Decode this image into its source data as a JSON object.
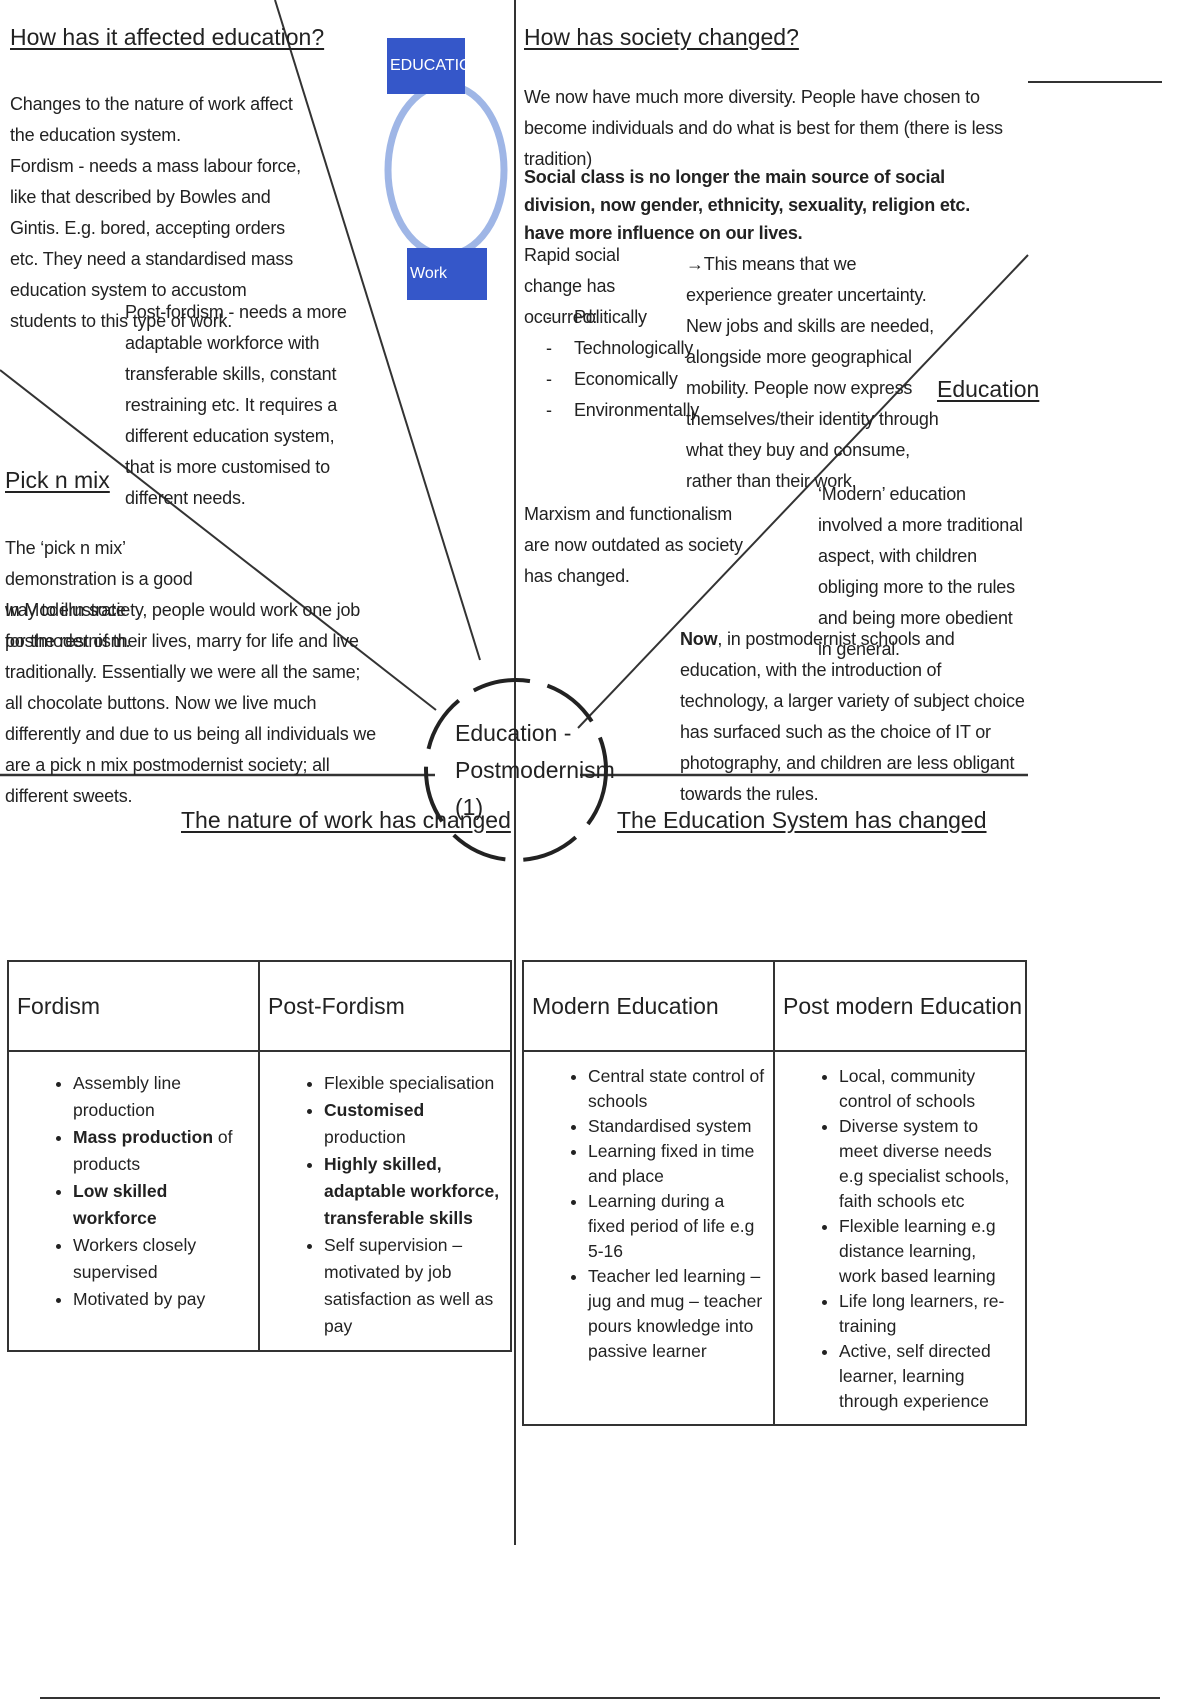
{
  "center": {
    "line1": "Education -",
    "line2": "Postmodernism",
    "line3": "(1)"
  },
  "cycle": {
    "top_label": "EDUCATION",
    "bottom_label": "Work"
  },
  "affected_education": {
    "heading": "How has it affected education?",
    "p1": "Changes to the nature of work affect the education system.",
    "p2": "Fordism - needs a mass labour force, like that described by Bowles and Gintis. E.g. bored, accepting orders etc. They need a standardised mass education system to accustom students to this type of work.",
    "p3": "Post-fordism - needs a more adaptable workforce with transferable skills, constant restraining etc. It requires a different education system, that is more customised to different needs."
  },
  "society_changed": {
    "heading": "How has society changed?",
    "p1": "We now have much more diversity. People have chosen to become individuals and do what is best for them (there is less tradition)",
    "p2": "Social class is no longer the main source of social division, now gender, ethnicity, sexuality, religion etc. have more influence on our lives.",
    "rapid_intro": "Rapid social change has occurred:",
    "rapid_items": [
      "Politically",
      "Technologically",
      "Economically",
      "Environmentally"
    ],
    "means": "→This means that we experience greater uncertainty. New jobs and skills are needed, alongside more geographical mobility. People now express themselves/their identity through what they buy and consume, rather than their work.",
    "outdated": "Marxism and functionalism are now outdated as society has changed."
  },
  "pick_n_mix": {
    "heading": "Pick n mix",
    "p1": "The ‘pick n mix’ demonstration is a good way to illustrate postmodernism.",
    "p2": "In Modern society, people would work one job for the rest of their lives, marry for life and live traditionally. Essentially we were all the same; all chocolate buttons. Now we live much differently and due to us being all individuals we are a pick n mix postmodernist society; all different sweets."
  },
  "education_section": {
    "heading": "Education",
    "modern": "‘Modern’ education involved a more traditional aspect, with children obliging more to the rules and being more obedient in general.",
    "now_bold": "Now",
    "now_rest": ", in postmodernist schools and education, with the introduction of technology, a larger variety of subject choice has surfaced such as the choice of IT or photography, and children are less obligant towards the rules."
  },
  "work_changed": {
    "heading": "The nature of work has changed"
  },
  "education_changed": {
    "heading": "The Education System has changed"
  },
  "work_table": {
    "fordism_header": "Fordism",
    "postfordism_header": "Post-Fordism",
    "fordism": [
      {
        "bold": "",
        "text": "Assembly line production"
      },
      {
        "bold": "Mass production",
        "text": " of products"
      },
      {
        "bold": "Low skilled workforce",
        "text": ""
      },
      {
        "bold": "",
        "text": "Workers closely supervised"
      },
      {
        "bold": "",
        "text": "Motivated by pay"
      }
    ],
    "postfordism": [
      {
        "bold": "",
        "text": "Flexible specialisation"
      },
      {
        "bold": "Customised",
        "text": " production"
      },
      {
        "bold": "Highly skilled, adaptable workforce, transferable skills",
        "text": ""
      },
      {
        "bold": "",
        "text": "Self supervision – motivated by job satisfaction as well as pay"
      }
    ]
  },
  "edu_table": {
    "modern_header": "Modern Education",
    "postmodern_header": "Post modern Education",
    "modern": [
      "Central state control of schools",
      "Standardised system",
      "Learning fixed in time and place",
      "Learning during a fixed period of life e.g 5-16",
      "Teacher led learning – jug and mug – teacher pours knowledge into passive learner"
    ],
    "postmodern": [
      "Local, community control of schools",
      "Diverse system to meet diverse needs e.g specialist schools, faith schools etc",
      "Flexible learning e.g distance learning, work based learning",
      "Life long learners, re-training",
      "Active, self directed learner, learning through experience"
    ]
  },
  "colors": {
    "accent_blue": "#3557c9",
    "cycle_ring": "#9fb6e6",
    "line": "#333333"
  }
}
